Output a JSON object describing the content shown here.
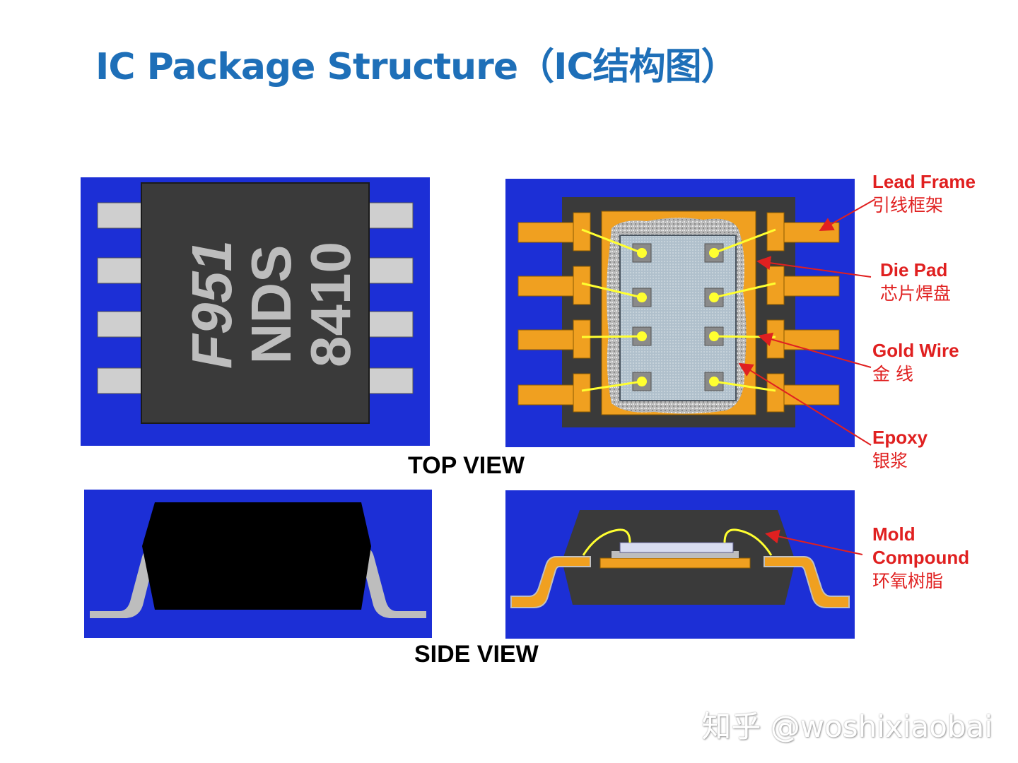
{
  "title": "IC Package Structure（IC结构图）",
  "chip_marking": {
    "line1": "F951",
    "line2": "NDS",
    "line3": "8410"
  },
  "labels": {
    "top_view": "TOP VIEW",
    "side_view": "SIDE VIEW"
  },
  "callouts": [
    {
      "en": "Lead Frame",
      "zh": "引线框架"
    },
    {
      "en": "Die Pad",
      "zh": "芯片焊盘"
    },
    {
      "en": "Gold Wire",
      "zh": "金 线"
    },
    {
      "en": "Epoxy",
      "zh": "银浆"
    },
    {
      "en_line1": "Mold",
      "en_line2": "Compound",
      "zh": "环氧树脂"
    }
  ],
  "watermark": "知乎 @woshixiaobai",
  "colors": {
    "title": "#1e6fb8",
    "background_blue": "#1c2fd6",
    "callout_red": "#e02020",
    "lead_orange": "#f0a020",
    "gold_wire": "#ffff30",
    "package_dark": "#3a3a3a"
  }
}
